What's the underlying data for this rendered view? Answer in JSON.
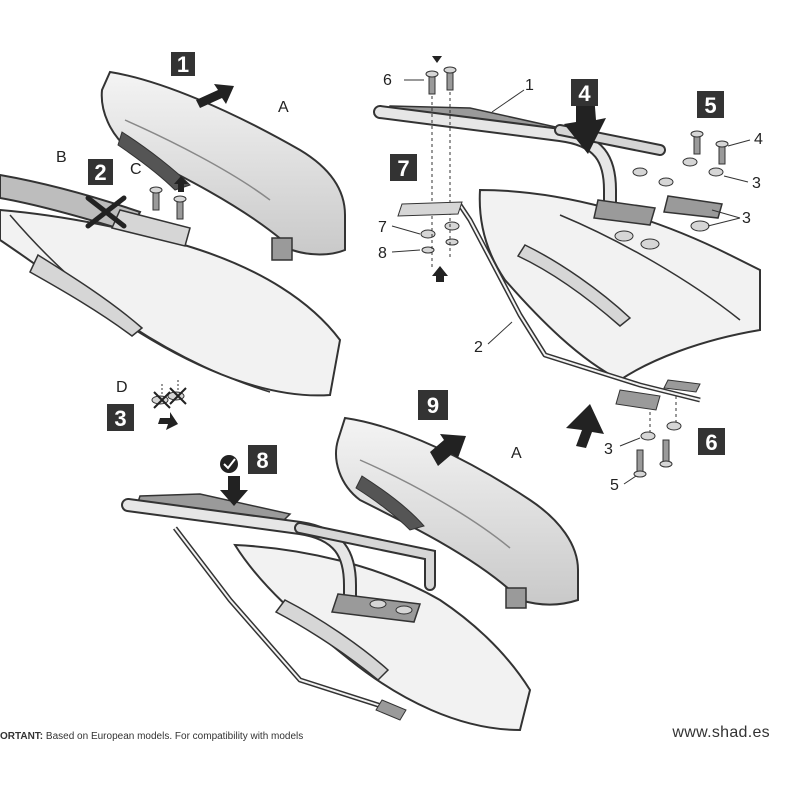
{
  "steps": [
    "1",
    "2",
    "3",
    "4",
    "5",
    "6",
    "7",
    "8",
    "9"
  ],
  "part_labels": {
    "A": "A",
    "B": "B",
    "C": "C",
    "D": "D",
    "n1": "1",
    "n2": "2",
    "n3": "3",
    "n4": "4",
    "n5": "5",
    "n6": "6",
    "n7": "7",
    "n8": "8"
  },
  "footer": {
    "important_label": "ORTANT:",
    "important_text": " Based on European models. For compatibility with models",
    "website": "www.shad.es"
  },
  "colors": {
    "step_badge": "#333333",
    "line": "#333333",
    "fill_light": "#f2f2f2",
    "fill_mid": "#d6d6d6",
    "fill_dark": "#9a9a9a",
    "cross": "#222222"
  },
  "icons": [
    "arrow-icon",
    "cross-icon",
    "check-icon",
    "screw-icon",
    "washer-icon"
  ]
}
